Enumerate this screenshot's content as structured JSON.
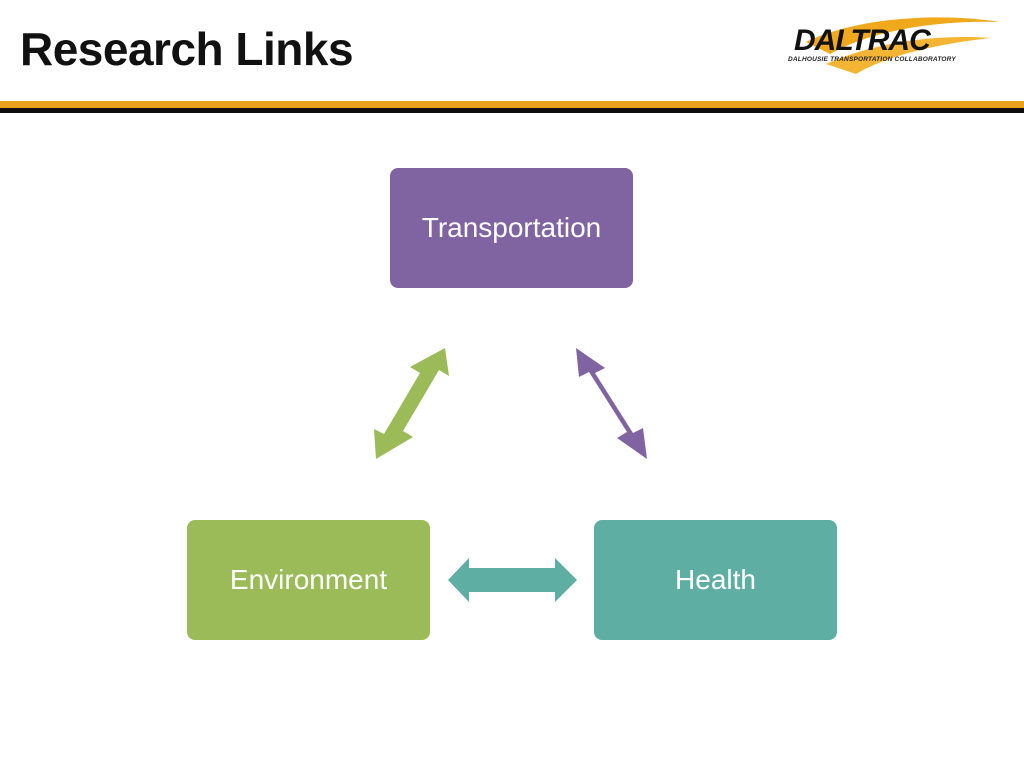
{
  "slide": {
    "title": "Research Links"
  },
  "logo": {
    "text": "DALTRAC",
    "subtitle": "DALHOUSIE TRANSPORTATION COLLABORATORY",
    "swoosh_color": "#f0a81c"
  },
  "diagram": {
    "nodes": [
      {
        "label": "Transportation",
        "color": "#8064a2"
      },
      {
        "label": "Environment",
        "color": "#9bbb59"
      },
      {
        "label": "Health",
        "color": "#5faea3"
      }
    ],
    "links": [
      {
        "from": "Transportation",
        "to": "Environment",
        "color": "#9bbb59",
        "style": "double-headed"
      },
      {
        "from": "Transportation",
        "to": "Health",
        "color": "#8064a2",
        "style": "double-headed"
      },
      {
        "from": "Environment",
        "to": "Health",
        "color": "#5faea3",
        "style": "double-headed"
      }
    ]
  },
  "theme": {
    "accent_rule": "#e8a21f",
    "dark_rule": "#0d0d0d"
  }
}
